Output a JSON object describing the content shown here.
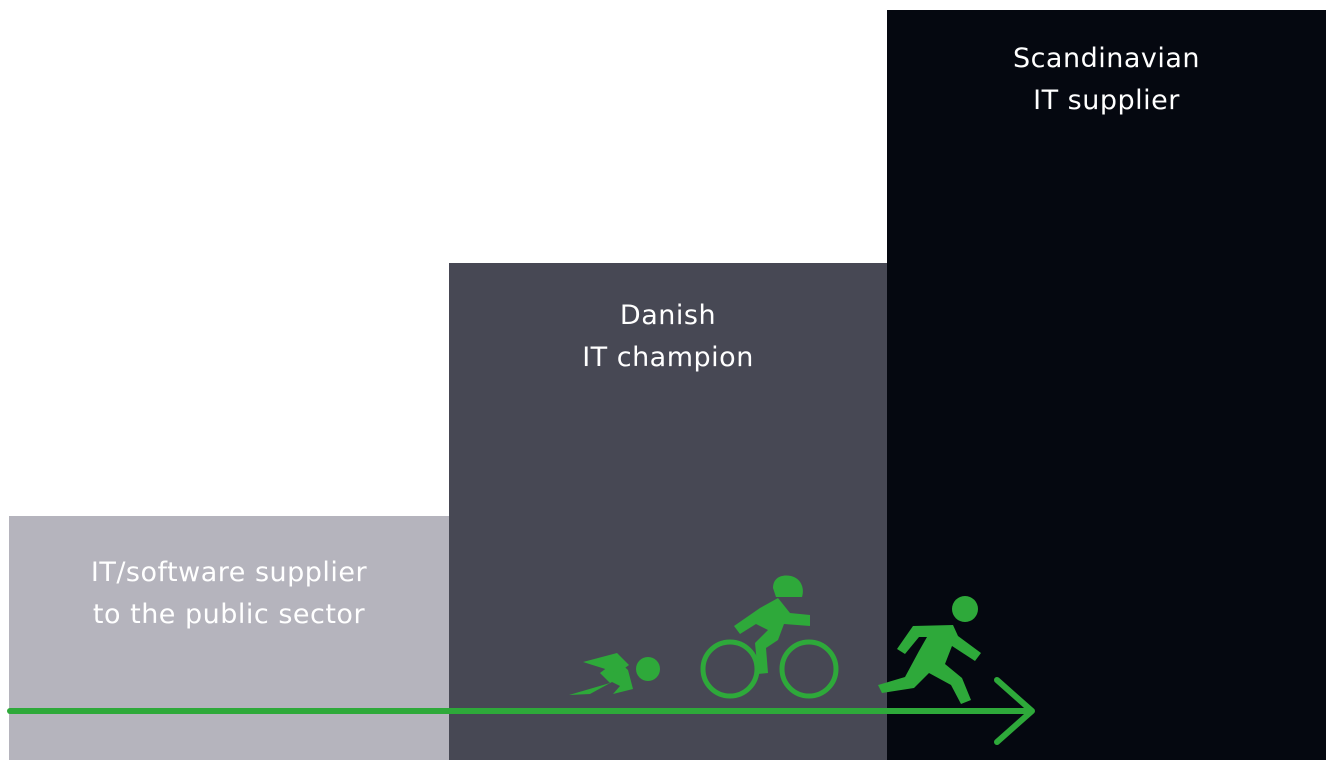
{
  "steps": [
    {
      "line1": "IT/software supplier",
      "line2": "to the public sector",
      "background": "#b5b4bd",
      "text_color": "#ffffff"
    },
    {
      "line1": "Danish",
      "line2": "IT champion",
      "background": "#474854",
      "text_color": "#ffffff"
    },
    {
      "line1": "Scandinavian",
      "line2": "IT supplier",
      "background": "#050810",
      "text_color": "#ffffff"
    }
  ],
  "icons": [
    "swimmer-icon",
    "cyclist-icon",
    "runner-icon"
  ],
  "accent_color": "#2ea93a"
}
